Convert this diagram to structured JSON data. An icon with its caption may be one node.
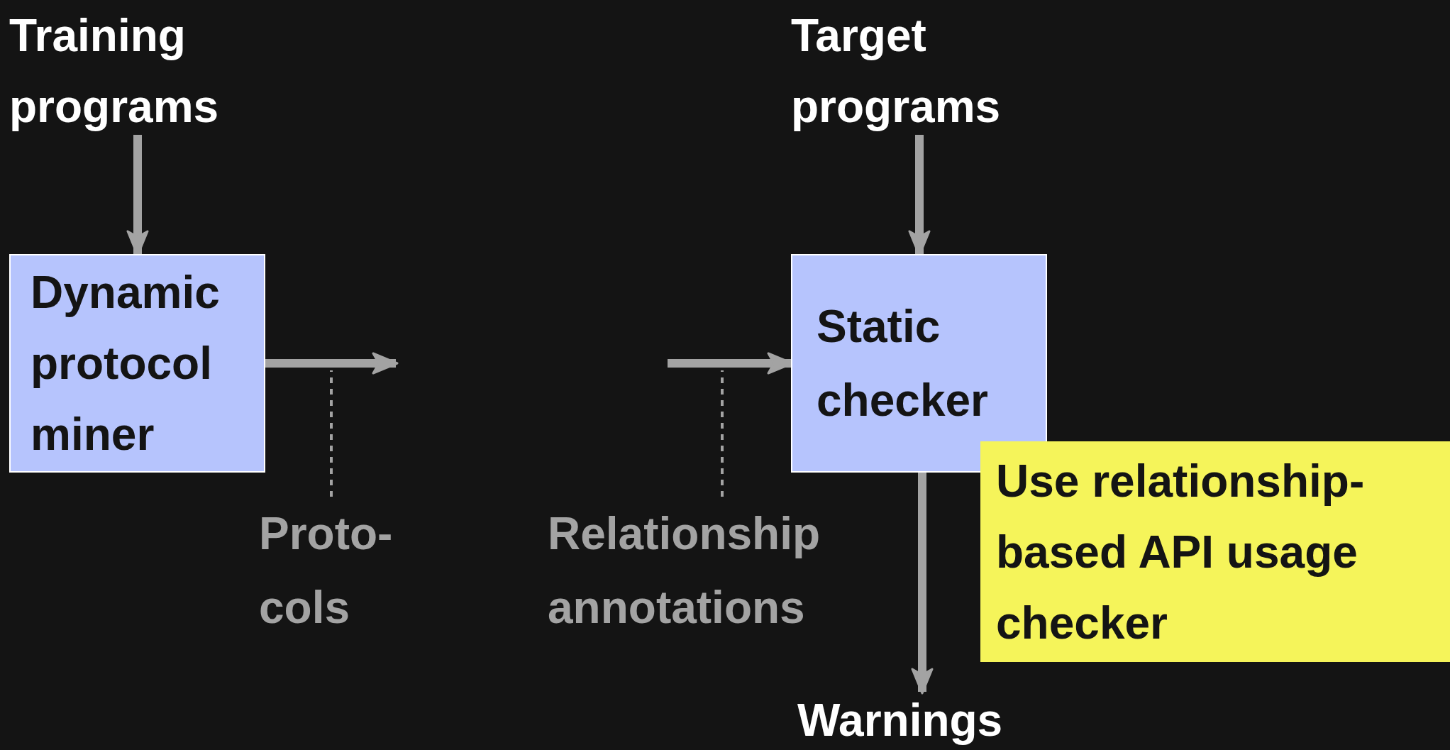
{
  "diagram": {
    "nodes": [
      {
        "text": [
          "Training programs"
        ]
      },
      {
        "text": [
          "Dynamic protocol miner"
        ]
      },
      {
        "text": [
          "Proto-cols"
        ]
      },
      {
        "text": [
          "Relationship annotations"
        ]
      },
      {
        "text": [
          "Target programs"
        ]
      },
      {
        "text": [
          "Static checker"
        ]
      },
      {
        "text": [
          "Use relationship-based API usage checker"
        ]
      },
      {
        "text": [
          "Warnings"
        ]
      }
    ],
    "edges": [
      {
        "from": 0,
        "to": 1,
        "arrow": "to"
      },
      {
        "from": 1,
        "to": null,
        "arrow": "to"
      },
      {
        "from": null,
        "to": 5,
        "arrow": "to"
      },
      {
        "from": 4,
        "to": 5,
        "arrow": "to"
      },
      {
        "from": 5,
        "to": 7,
        "arrow": "to"
      },
      {
        "from": 2,
        "to": null,
        "arrow": "none",
        "style": "dashed"
      },
      {
        "from": 3,
        "to": null,
        "arrow": "none",
        "style": "dashed"
      }
    ]
  }
}
